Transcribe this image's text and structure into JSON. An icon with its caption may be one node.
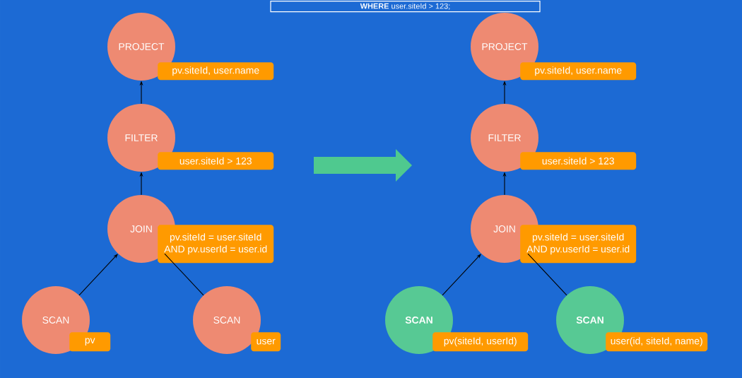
{
  "diagram": {
    "nodes": [
      {
        "text": [
          "**WHERE** user.siteId > 123;"
        ]
      },
      {
        "text": [
          "PROJECT",
          "pv.siteId, user.name"
        ]
      },
      {
        "text": [
          "FILTER",
          "user.siteId > 123"
        ]
      },
      {
        "text": [
          "JOIN",
          "pv.siteId = user.siteId AND pv.userId = user.id"
        ]
      },
      {
        "text": [
          "SCAN",
          "pv"
        ]
      },
      {
        "text": [
          "SCAN",
          "user"
        ]
      },
      {
        "text": [
          "PROJECT",
          "pv.siteId, user.name"
        ]
      },
      {
        "text": [
          "FILTER",
          "user.siteId > 123"
        ]
      },
      {
        "text": [
          "JOIN",
          "pv.siteId = user.siteId AND pv.userId = user.id"
        ]
      },
      {
        "text": [
          "SCAN",
          "pv(siteId, userId)"
        ]
      },
      {
        "text": [
          "SCAN",
          "user(id, siteId, name)"
        ]
      }
    ],
    "edges": [
      {
        "from": 2,
        "to": 1,
        "arrow": "to"
      },
      {
        "from": 3,
        "to": 2,
        "arrow": "to"
      },
      {
        "from": 4,
        "to": 3,
        "arrow": "to"
      },
      {
        "from": 3,
        "to": 5,
        "arrow": "none"
      },
      {
        "from": 7,
        "to": 6,
        "arrow": "to"
      },
      {
        "from": 8,
        "to": 7,
        "arrow": "to"
      },
      {
        "from": 9,
        "to": 8,
        "arrow": "to"
      },
      {
        "from": 8,
        "to": 10,
        "arrow": "none"
      }
    ]
  }
}
